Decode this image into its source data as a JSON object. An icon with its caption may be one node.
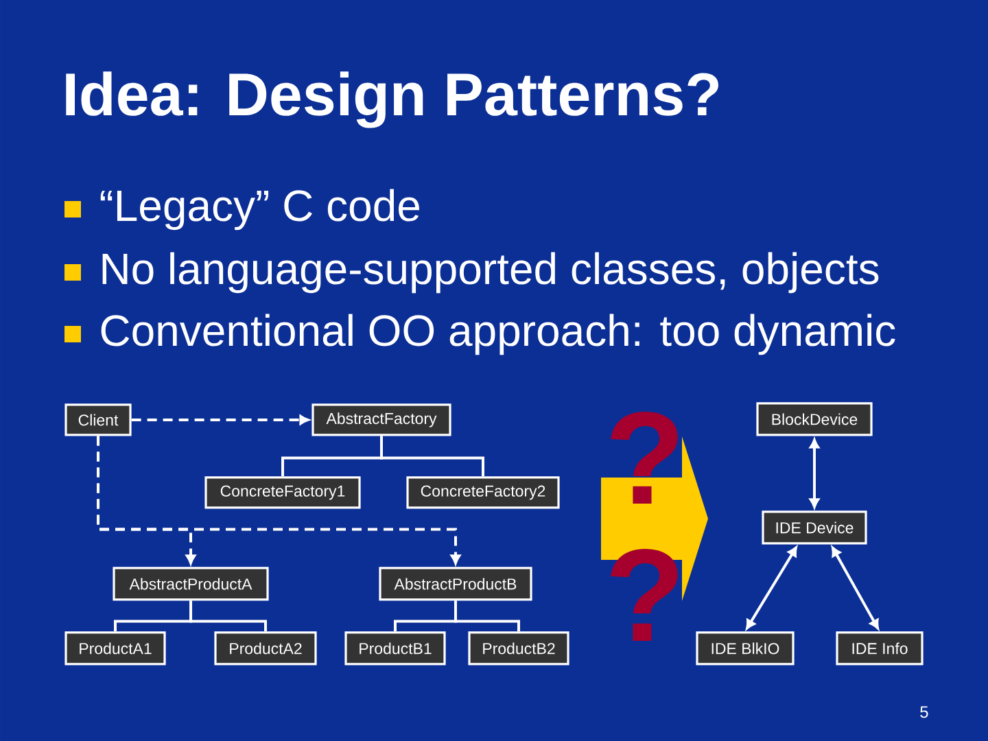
{
  "diagram": {
    "title": "Idea: Design Patterns?",
    "nodes": [
      {
        "text": [
          "Client"
        ]
      },
      {
        "text": [
          "AbstractFactory"
        ]
      },
      {
        "text": [
          "ConcreteFactory1"
        ]
      },
      {
        "text": [
          "ConcreteFactory2"
        ]
      },
      {
        "text": [
          "AbstractProductA"
        ]
      },
      {
        "text": [
          "AbstractProductB"
        ]
      },
      {
        "text": [
          "ProductA1"
        ]
      },
      {
        "text": [
          "ProductA2"
        ]
      },
      {
        "text": [
          "ProductB1"
        ]
      },
      {
        "text": [
          "ProductB2"
        ]
      },
      {
        "text": [
          "BlockDevice"
        ]
      },
      {
        "text": [
          "IDE Device"
        ]
      },
      {
        "text": [
          "IDE BlkIO"
        ]
      },
      {
        "text": [
          "IDE Info"
        ]
      }
    ],
    "edges": [
      {
        "from": 0,
        "to": 1,
        "arrow": "to",
        "style": "dashed"
      },
      {
        "from": 1,
        "to": 2,
        "arrow": "none"
      },
      {
        "from": 1,
        "to": 3,
        "arrow": "none"
      },
      {
        "from": 0,
        "to": 4,
        "arrow": "to",
        "style": "dashed"
      },
      {
        "from": 0,
        "to": 5,
        "arrow": "to",
        "style": "dashed"
      },
      {
        "from": 4,
        "to": 6,
        "arrow": "none"
      },
      {
        "from": 4,
        "to": 7,
        "arrow": "none"
      },
      {
        "from": 5,
        "to": 8,
        "arrow": "none"
      },
      {
        "from": 5,
        "to": 9,
        "arrow": "none"
      },
      {
        "from": 10,
        "to": 11,
        "arrow": "both"
      },
      {
        "from": 11,
        "to": 12,
        "arrow": "both"
      },
      {
        "from": 11,
        "to": 13,
        "arrow": "both"
      }
    ],
    "labels": [
      "“Legacy” C code",
      "No language-supported classes, objects",
      "Conventional OO approach: too dynamic",
      "?",
      "?",
      "5"
    ]
  }
}
